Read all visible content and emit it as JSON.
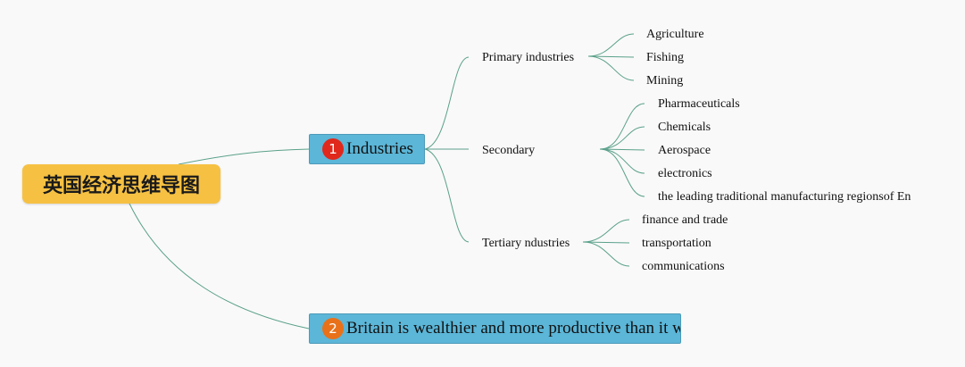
{
  "root": {
    "label": "英国经济思维导图"
  },
  "branches": [
    {
      "badge": "1",
      "label": "Industries",
      "children": [
        {
          "label": "Primary industries",
          "items": [
            "Agriculture",
            "Fishing",
            "Mining"
          ]
        },
        {
          "label": "Secondary",
          "items": [
            "Pharmaceuticals",
            "Chemicals",
            "Aerospace",
            "electronics",
            "the leading traditional manufacturing regionsof En"
          ]
        },
        {
          "label": "Tertiary ndustries",
          "items": [
            "finance and trade",
            "transportation",
            "communications"
          ]
        }
      ]
    },
    {
      "badge": "2",
      "label": "Britain is wealthier and more productive than it w"
    }
  ],
  "colors": {
    "root": "#f6c143",
    "branch": "#5bb6d8",
    "badge1": "#e0281c",
    "badge2": "#e8711a",
    "connector": "#5aa08a"
  }
}
